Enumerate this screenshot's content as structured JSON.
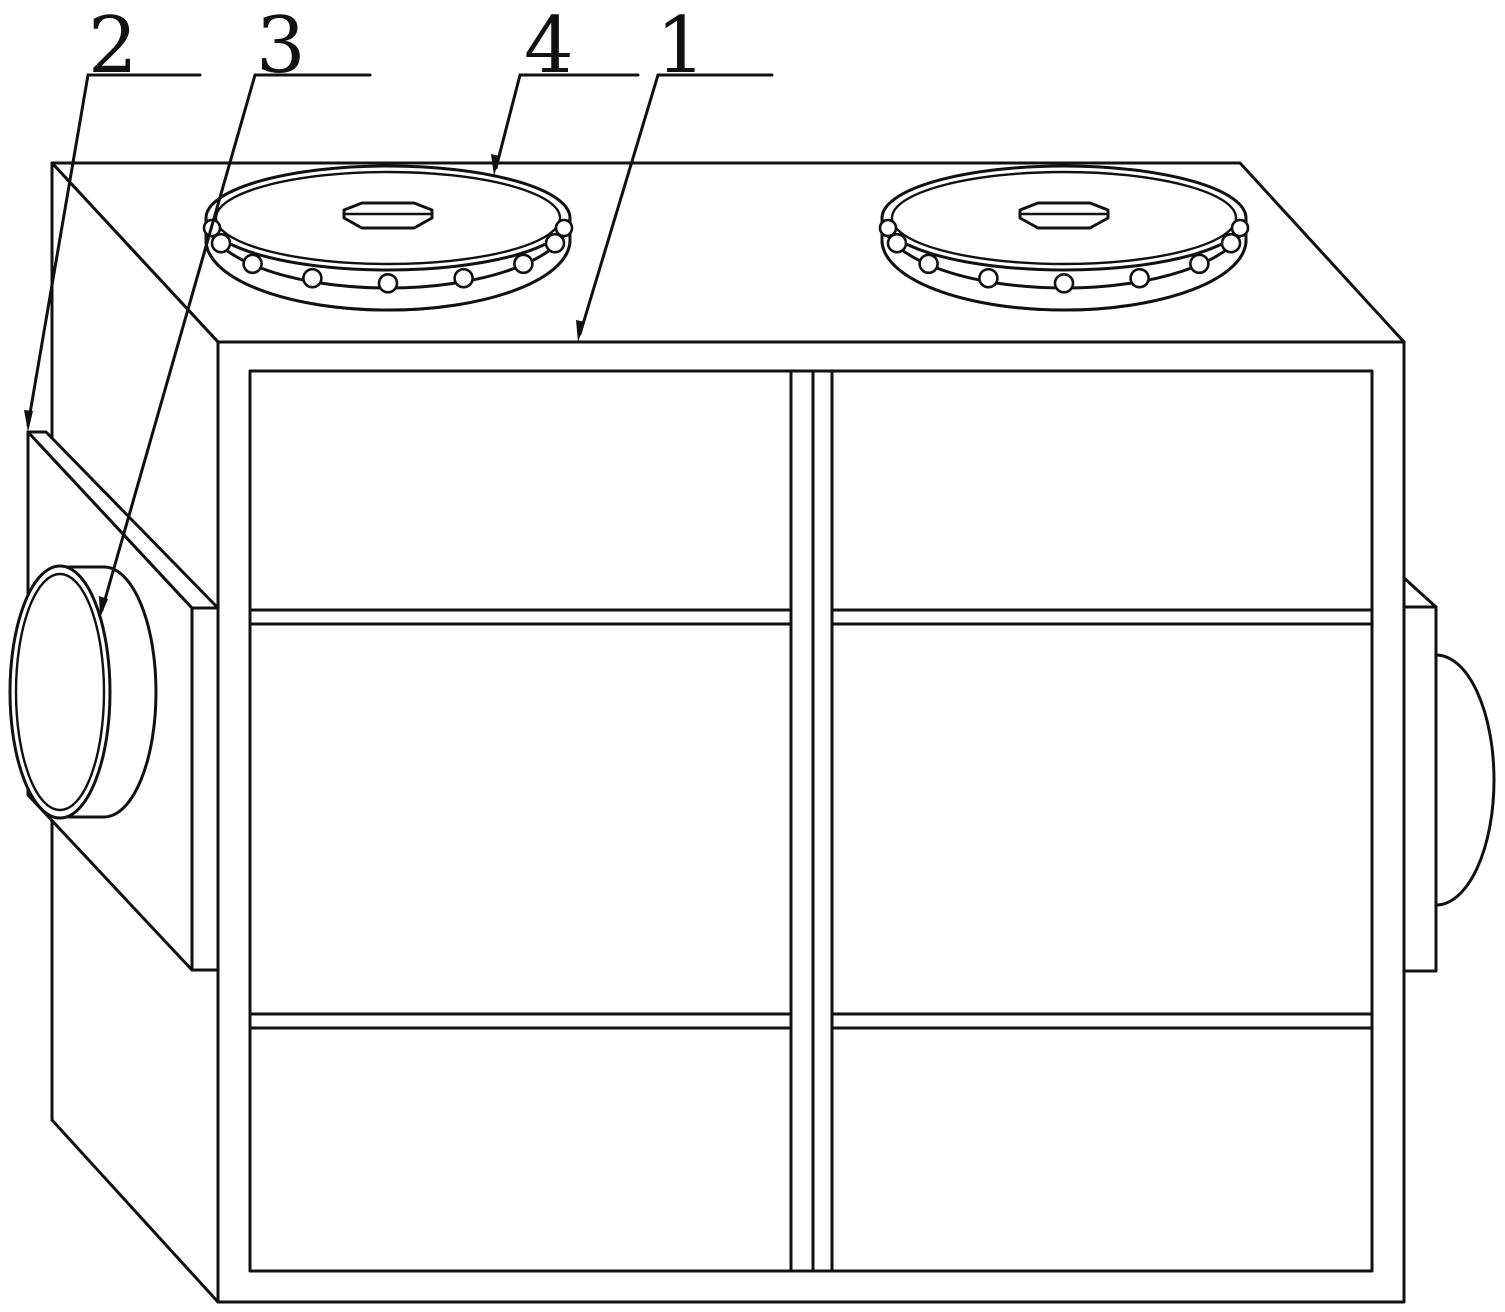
{
  "callouts": [
    {
      "id": "2",
      "label": "2"
    },
    {
      "id": "3",
      "label": "3"
    },
    {
      "id": "4",
      "label": "4"
    },
    {
      "id": "1",
      "label": "1"
    }
  ],
  "colors": {
    "line": "#111111",
    "background": "#ffffff"
  }
}
